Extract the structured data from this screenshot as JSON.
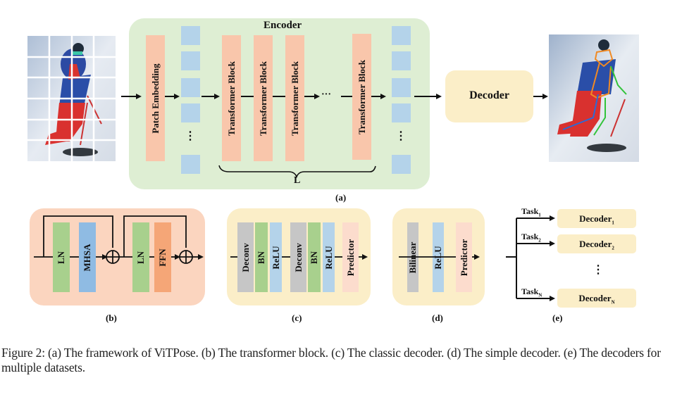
{
  "panel_a": {
    "encoder_title": "Encoder",
    "patch_embedding": "Patch Embedding",
    "transformer_blocks": [
      "Transformer Block",
      "Transformer Block",
      "Transformer Block",
      "Transformer Block"
    ],
    "ellipsis": "···",
    "vertical_ellipsis": "⋮",
    "repeat_label": "L",
    "decoder": "Decoder",
    "label": "(a)"
  },
  "panel_b": {
    "blocks": [
      "LN",
      "MHSA",
      "LN",
      "FFN"
    ],
    "label": "(b)"
  },
  "panel_c": {
    "blocks": [
      "Deconv",
      "BN",
      "ReLU",
      "Deconv",
      "BN",
      "ReLU",
      "Predictor"
    ],
    "label": "(c)"
  },
  "panel_d": {
    "blocks": [
      "Bilinear",
      "ReLU",
      "Predictor"
    ],
    "label": "(d)"
  },
  "panel_e": {
    "tasks": [
      {
        "task": "Task",
        "task_sub": "1",
        "decoder": "Decoder",
        "decoder_sub": "1"
      },
      {
        "task": "Task",
        "task_sub": "2",
        "decoder": "Decoder",
        "decoder_sub": "2"
      },
      {
        "task": "Task",
        "task_sub": "N",
        "decoder": "Decoder",
        "decoder_sub": "N"
      }
    ],
    "vertical_ellipsis": "⋮",
    "label": "(e)"
  },
  "caption": "Figure 2: (a) The framework of ViTPose. (b) The transformer block. (c) The classic decoder. (d) The simple decoder. (e) The decoders for multiple datasets.",
  "colors": {
    "encoder_bg": "#deeed3",
    "block_orange": "#f9c6ab",
    "token_blue": "#b4d3ea",
    "decoder_bg": "#fbeec8",
    "ln_green": "#a8d08d",
    "mhsa_blue": "#8fbbe3",
    "ffn_orange": "#f5a677",
    "tblock_bg": "#fbd5bf",
    "deconv_gray": "#c6c6c6",
    "predictor_pink": "#fcdccd"
  }
}
